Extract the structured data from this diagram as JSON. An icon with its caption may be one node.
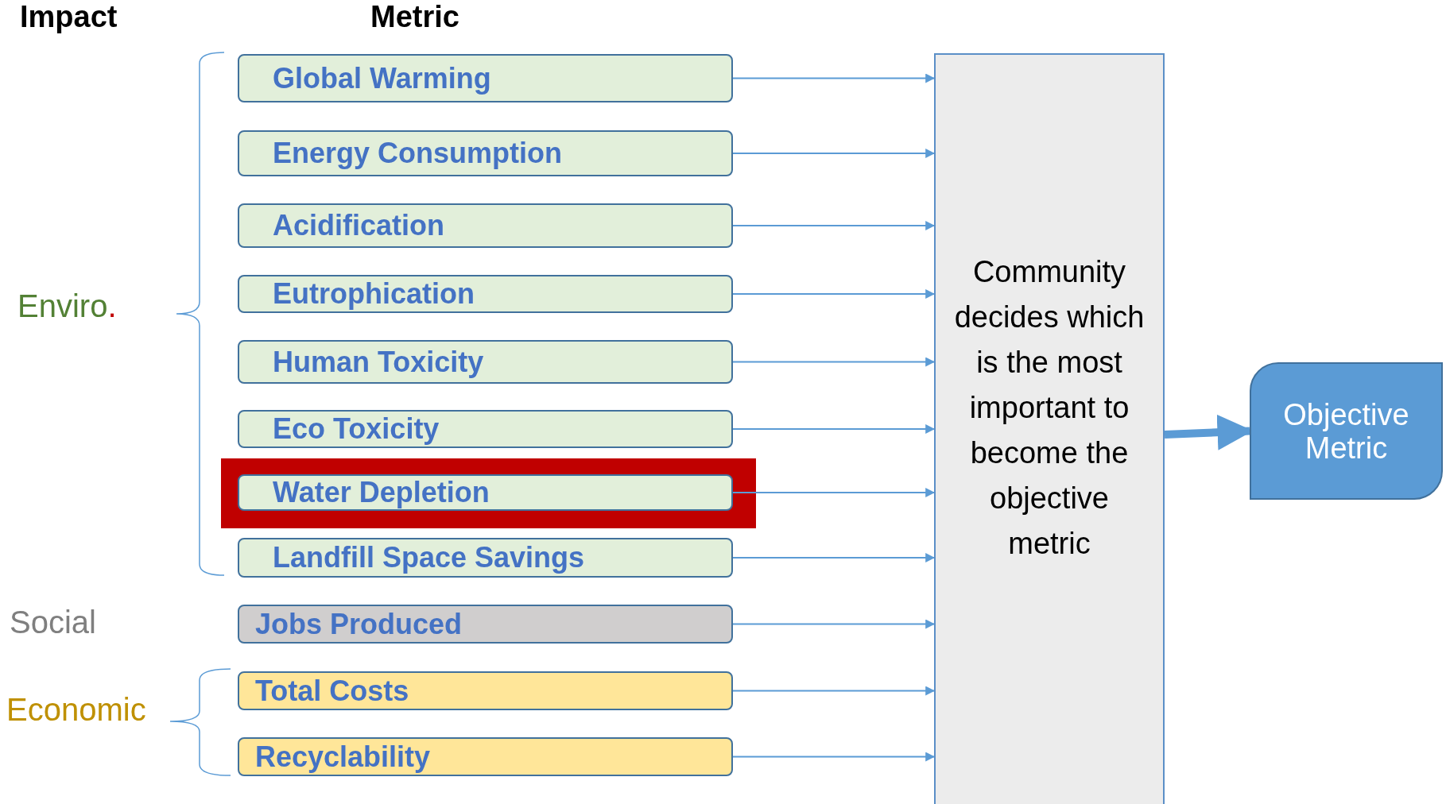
{
  "diagram": {
    "nodes": [
      {
        "text": [
          "Global Warming"
        ]
      },
      {
        "text": [
          "Energy Consumption"
        ]
      },
      {
        "text": [
          "Acidification"
        ]
      },
      {
        "text": [
          "Eutrophication"
        ]
      },
      {
        "text": [
          "Human Toxicity"
        ]
      },
      {
        "text": [
          "Eco Toxicity"
        ]
      },
      {
        "text": [
          "Water Depletion"
        ]
      },
      {
        "text": [
          "Landfill Space Savings"
        ]
      },
      {
        "text": [
          "Jobs Produced"
        ]
      },
      {
        "text": [
          "Total Costs"
        ]
      },
      {
        "text": [
          "Recyclability"
        ]
      },
      {
        "text": [
          "Community decides which is the most important to become the objective metric"
        ]
      },
      {
        "text": [
          "Objective Metric"
        ]
      }
    ],
    "edges": [
      {
        "from": 0,
        "to": 11,
        "arrow": "to"
      },
      {
        "from": 1,
        "to": 11,
        "arrow": "to"
      },
      {
        "from": 2,
        "to": 11,
        "arrow": "to"
      },
      {
        "from": 3,
        "to": 11,
        "arrow": "to"
      },
      {
        "from": 4,
        "to": 11,
        "arrow": "to"
      },
      {
        "from": 5,
        "to": 11,
        "arrow": "to"
      },
      {
        "from": 6,
        "to": 11,
        "arrow": "to"
      },
      {
        "from": 7,
        "to": 11,
        "arrow": "to"
      },
      {
        "from": 8,
        "to": 11,
        "arrow": "to"
      },
      {
        "from": 9,
        "to": 11,
        "arrow": "to"
      },
      {
        "from": 10,
        "to": 11,
        "arrow": "to"
      },
      {
        "from": 11,
        "to": 12,
        "arrow": "to",
        "style": "thick"
      }
    ],
    "labels": [
      "Impact",
      "Metric",
      "Enviro.",
      "Social",
      "Economic"
    ]
  }
}
